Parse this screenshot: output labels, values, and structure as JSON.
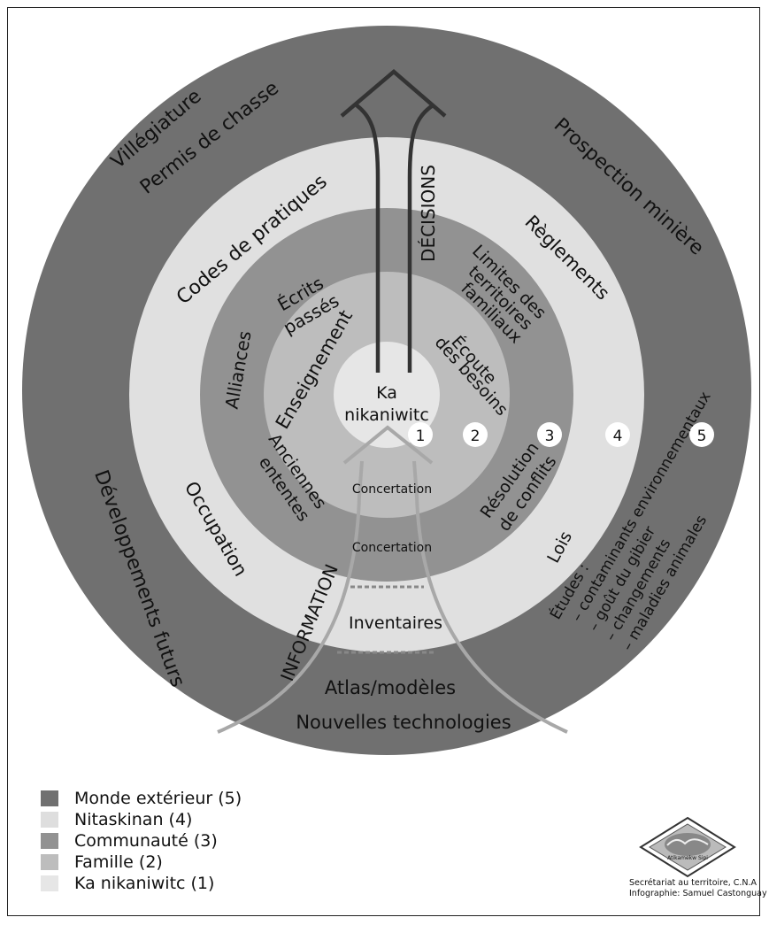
{
  "colors": {
    "ring5": "#707070",
    "ring4": "#e0e0e0",
    "ring3": "#929292",
    "ring2": "#bdbdbd",
    "ring1": "#e6e6e6",
    "arrow_dark": "#333333",
    "arrow_light": "#a8a8a8"
  },
  "center": {
    "label_line1": "Ka",
    "label_line2": "nikaniwitc"
  },
  "ring_numbers": [
    "1",
    "2",
    "3",
    "4",
    "5"
  ],
  "ring5_labels": {
    "villegiature": "Villégiature",
    "permis": "Permis de chasse",
    "prospection": "Prospection minière",
    "developpements": "Développements futurs",
    "atlas": "Atlas/modèles",
    "technologies": "Nouvelles technologies",
    "etudes": "Études :",
    "etudes_items": [
      "– contaminants environnementaux",
      "– goût du gibier",
      "– changements",
      "– maladies animales"
    ]
  },
  "ring4_labels": {
    "codes": "Codes de pratiques",
    "reglements": "Règlements",
    "occupation": "Occupation",
    "lois": "Lois",
    "inventaires": "Inventaires",
    "concertation_outer": "Concertation"
  },
  "ring3_labels": {
    "ecrits1": "Écrits",
    "ecrits2": "passés",
    "limites1": "Limites des",
    "limites2": "territoires",
    "limites3": "familiaux",
    "alliances": "Alliances",
    "anciennes1": "Anciennes",
    "anciennes2": "ententes",
    "resolution1": "Résolution",
    "resolution2": "de conflits",
    "concertation_inner": "Concertation"
  },
  "ring2_labels": {
    "enseignement": "Enseignement",
    "ecoute1": "Écoute",
    "ecoute2": "des besoins"
  },
  "arrows": {
    "decisions": "DÉCISIONS",
    "information": "INFORMATION"
  },
  "legend": [
    {
      "label": "Monde extérieur (5)",
      "color": "#707070"
    },
    {
      "label": "Nitaskinan (4)",
      "color": "#dedede"
    },
    {
      "label": "Communauté (3)",
      "color": "#929292"
    },
    {
      "label": "Famille (2)",
      "color": "#bdbdbd"
    },
    {
      "label": "Ka nikaniwitc (1)",
      "color": "#e6e6e6"
    }
  ],
  "credits": {
    "line1": "Secrétariat au territoire, C.N.A",
    "line2": "Infographie: Samuel Castonguay",
    "logo_text": "Atikamekw Sipi"
  }
}
